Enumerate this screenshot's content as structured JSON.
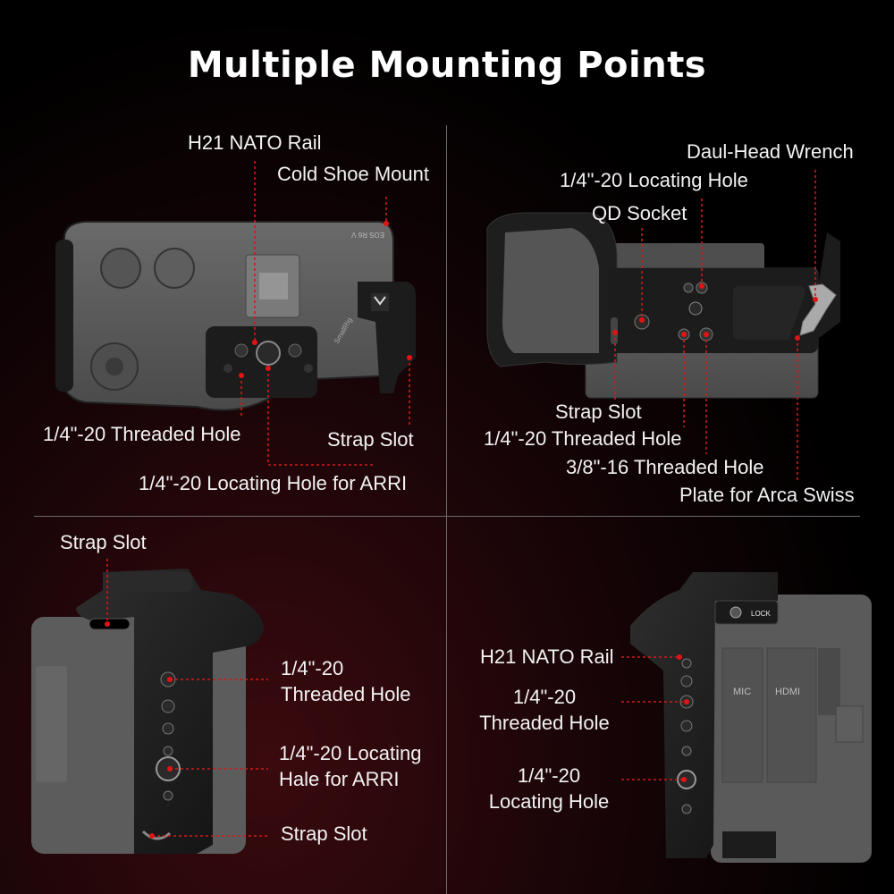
{
  "title": "Multiple Mounting Points",
  "panels": {
    "top_left": {
      "labels": {
        "h21_nato_rail": "H21 NATO Rail",
        "cold_shoe_mount": "Cold Shoe Mount",
        "threaded_hole": "1/4\"-20 Threaded Hole",
        "strap_slot": "Strap Slot",
        "locating_hole_arri": "1/4\"-20 Locating Hole for ARRI"
      },
      "camera_markings": {
        "model": "EOS R6 V",
        "brand": "SmallRig"
      }
    },
    "top_right": {
      "labels": {
        "wrench": "Daul-Head Wrench",
        "locating_hole": "1/4\"-20 Locating Hole",
        "qd_socket": "QD Socket",
        "strap_slot": "Strap Slot",
        "threaded_hole": "1/4\"-20 Threaded Hole",
        "threaded_hole_38": "3/8\"-16 Threaded Hole",
        "arca_plate": "Plate for Arca Swiss"
      }
    },
    "bottom_left": {
      "labels": {
        "strap_slot_top": "Strap Slot",
        "threaded_hole_l1": "1/4\"-20",
        "threaded_hole_l2": "Threaded Hole",
        "locating_arri_l1": "1/4\"-20 Locating",
        "locating_arri_l2": "Hale for ARRI",
        "strap_slot_bottom": "Strap Slot"
      }
    },
    "bottom_right": {
      "labels": {
        "h21_nato_rail": "H21 NATO Rail",
        "threaded_hole_l1": "1/4\"-20",
        "threaded_hole_l2": "Threaded Hole",
        "locating_hole_l1": "1/4\"-20",
        "locating_hole_l2": "Locating Hole"
      },
      "camera_markings": {
        "lock": "LOCK",
        "mic": "MIC",
        "hdmi": "HDMI"
      }
    }
  },
  "colors": {
    "leader_line": "#d11a1a",
    "camera_body": "#5a5a5a",
    "cage_metal": "#1c1c1c"
  }
}
